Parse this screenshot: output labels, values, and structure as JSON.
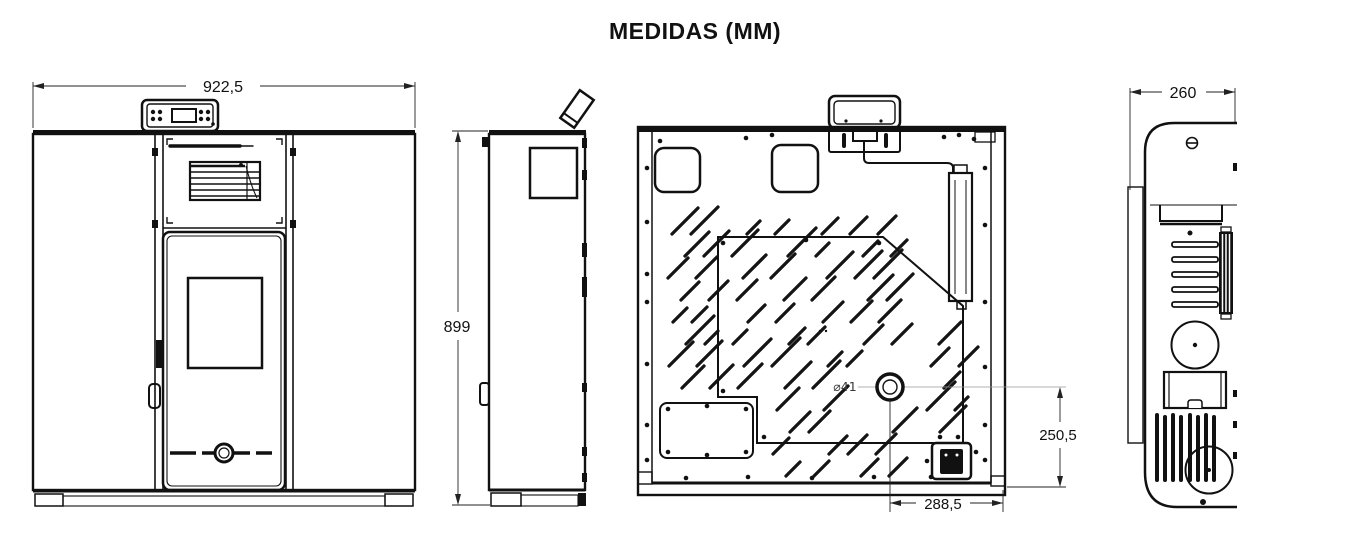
{
  "title": "MEDIDAS (MM)",
  "dimensions": {
    "front_width_mm": "922,5",
    "height_mm": "899",
    "depth_mm": "260",
    "exhaust_hole_diameter": "⌀41",
    "exhaust_offset_horizontal_mm": "288,5",
    "exhaust_offset_vertical_mm": "250,5"
  }
}
